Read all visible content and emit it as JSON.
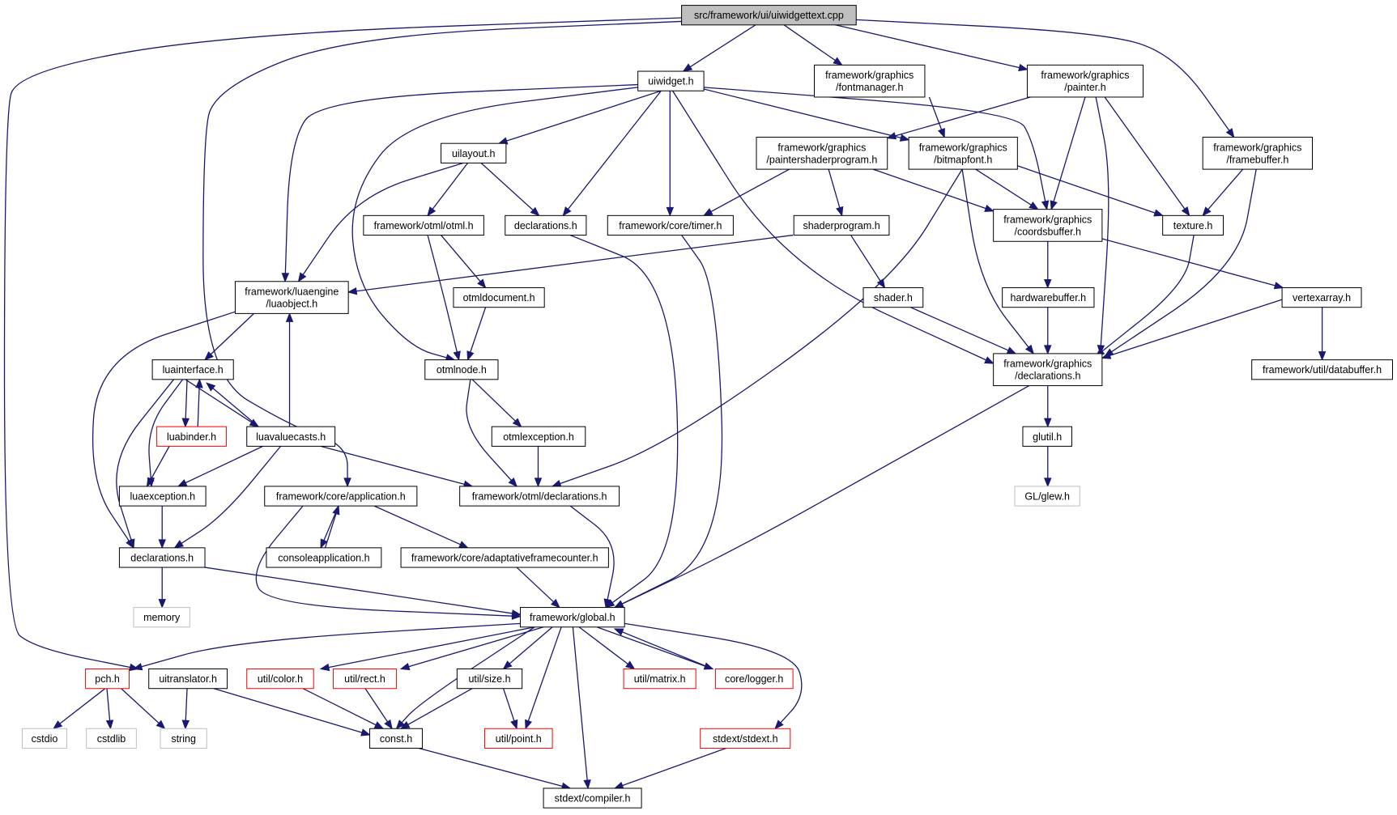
{
  "diagram": {
    "colors": {
      "edge": "#191970",
      "box_border": "#000000",
      "root_fill": "#bfbfbf",
      "missing_border": "#ff0000",
      "external_border": "#bfbfbf"
    },
    "nodes": [
      {
        "id": "root",
        "lines": [
          "src/framework/ui/uiwidgettext.cpp"
        ],
        "kind": "root"
      },
      {
        "id": "uiwidget",
        "lines": [
          "uiwidget.h"
        ],
        "kind": "normal"
      },
      {
        "id": "fontmanager",
        "lines": [
          "framework/graphics",
          "/fontmanager.h"
        ],
        "kind": "normal"
      },
      {
        "id": "painter",
        "lines": [
          "framework/graphics",
          "/painter.h"
        ],
        "kind": "normal"
      },
      {
        "id": "uilayout",
        "lines": [
          "uilayout.h"
        ],
        "kind": "normal"
      },
      {
        "id": "paintershader",
        "lines": [
          "framework/graphics",
          "/paintershaderprogram.h"
        ],
        "kind": "normal"
      },
      {
        "id": "bitmapfont",
        "lines": [
          "framework/graphics",
          "/bitmapfont.h"
        ],
        "kind": "normal"
      },
      {
        "id": "framebuffer",
        "lines": [
          "framework/graphics",
          "/framebuffer.h"
        ],
        "kind": "normal"
      },
      {
        "id": "otml",
        "lines": [
          "framework/otml/otml.h"
        ],
        "kind": "normal"
      },
      {
        "id": "uideclarations",
        "lines": [
          "declarations.h"
        ],
        "kind": "normal"
      },
      {
        "id": "timer",
        "lines": [
          "framework/core/timer.h"
        ],
        "kind": "normal"
      },
      {
        "id": "shaderprogram",
        "lines": [
          "shaderprogram.h"
        ],
        "kind": "normal"
      },
      {
        "id": "coordsbuffer",
        "lines": [
          "framework/graphics",
          "/coordsbuffer.h"
        ],
        "kind": "normal"
      },
      {
        "id": "texture",
        "lines": [
          "texture.h"
        ],
        "kind": "normal"
      },
      {
        "id": "luaobject",
        "lines": [
          "framework/luaengine",
          "/luaobject.h"
        ],
        "kind": "normal"
      },
      {
        "id": "otmldocument",
        "lines": [
          "otmldocument.h"
        ],
        "kind": "normal"
      },
      {
        "id": "shader",
        "lines": [
          "shader.h"
        ],
        "kind": "normal"
      },
      {
        "id": "hardwarebuffer",
        "lines": [
          "hardwarebuffer.h"
        ],
        "kind": "normal"
      },
      {
        "id": "vertexarray",
        "lines": [
          "vertexarray.h"
        ],
        "kind": "normal"
      },
      {
        "id": "luainterface",
        "lines": [
          "luainterface.h"
        ],
        "kind": "normal"
      },
      {
        "id": "otmlnode",
        "lines": [
          "otmlnode.h"
        ],
        "kind": "normal"
      },
      {
        "id": "gfxdeclarations",
        "lines": [
          "framework/graphics",
          "/declarations.h"
        ],
        "kind": "normal"
      },
      {
        "id": "databuffer",
        "lines": [
          "framework/util/databuffer.h"
        ],
        "kind": "normal"
      },
      {
        "id": "luabinder",
        "lines": [
          "luabinder.h"
        ],
        "kind": "missing"
      },
      {
        "id": "luavaluecasts",
        "lines": [
          "luavaluecasts.h"
        ],
        "kind": "normal"
      },
      {
        "id": "otmlexception",
        "lines": [
          "otmlexception.h"
        ],
        "kind": "normal"
      },
      {
        "id": "glutil",
        "lines": [
          "glutil.h"
        ],
        "kind": "normal"
      },
      {
        "id": "luaexception",
        "lines": [
          "luaexception.h"
        ],
        "kind": "normal"
      },
      {
        "id": "application",
        "lines": [
          "framework/core/application.h"
        ],
        "kind": "normal"
      },
      {
        "id": "otmldeclarations",
        "lines": [
          "framework/otml/declarations.h"
        ],
        "kind": "normal"
      },
      {
        "id": "glew",
        "lines": [
          "GL/glew.h"
        ],
        "kind": "external"
      },
      {
        "id": "luadeclarations",
        "lines": [
          "declarations.h"
        ],
        "kind": "normal"
      },
      {
        "id": "consoleapp",
        "lines": [
          "consoleapplication.h"
        ],
        "kind": "normal"
      },
      {
        "id": "adaptive",
        "lines": [
          "framework/core/adaptativeframecounter.h"
        ],
        "kind": "normal"
      },
      {
        "id": "memory",
        "lines": [
          "memory"
        ],
        "kind": "external"
      },
      {
        "id": "global",
        "lines": [
          "framework/global.h"
        ],
        "kind": "normal"
      },
      {
        "id": "pch",
        "lines": [
          "pch.h"
        ],
        "kind": "missing"
      },
      {
        "id": "uitranslator",
        "lines": [
          "uitranslator.h"
        ],
        "kind": "normal"
      },
      {
        "id": "color",
        "lines": [
          "util/color.h"
        ],
        "kind": "missing"
      },
      {
        "id": "rect",
        "lines": [
          "util/rect.h"
        ],
        "kind": "missing"
      },
      {
        "id": "size",
        "lines": [
          "util/size.h"
        ],
        "kind": "normal"
      },
      {
        "id": "matrix",
        "lines": [
          "util/matrix.h"
        ],
        "kind": "missing"
      },
      {
        "id": "logger",
        "lines": [
          "core/logger.h"
        ],
        "kind": "missing"
      },
      {
        "id": "cstdio",
        "lines": [
          "cstdio"
        ],
        "kind": "external"
      },
      {
        "id": "cstdlib",
        "lines": [
          "cstdlib"
        ],
        "kind": "external"
      },
      {
        "id": "string",
        "lines": [
          "string"
        ],
        "kind": "external"
      },
      {
        "id": "const",
        "lines": [
          "const.h"
        ],
        "kind": "normal"
      },
      {
        "id": "point",
        "lines": [
          "util/point.h"
        ],
        "kind": "missing"
      },
      {
        "id": "stdext",
        "lines": [
          "stdext/stdext.h"
        ],
        "kind": "missing"
      },
      {
        "id": "compiler",
        "lines": [
          "stdext/compiler.h"
        ],
        "kind": "normal"
      }
    ]
  }
}
